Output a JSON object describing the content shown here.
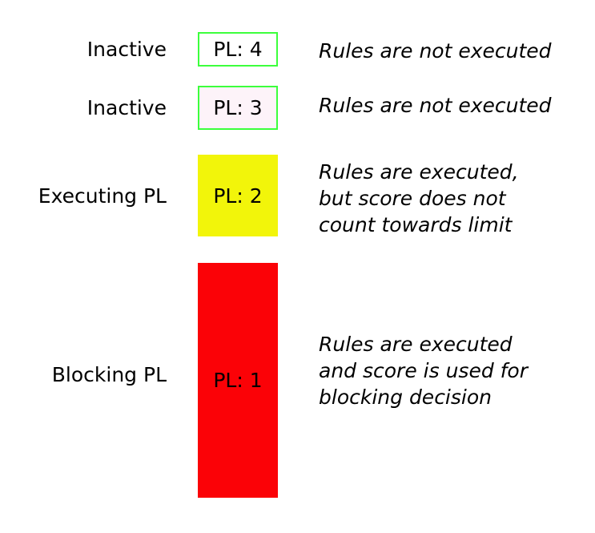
{
  "colors": {
    "box_border_green": "#3cff3c",
    "box_fill_white": "#ffffff",
    "box_fill_pink": "#fdf3f9",
    "box_fill_yellow": "#f2f50a",
    "box_fill_red": "#fb0207",
    "text": "#000000",
    "background": "#ffffff"
  },
  "rows": [
    {
      "label": "Inactive",
      "box": {
        "text": "PL: 4",
        "fill": "#ffffff",
        "border": "#3cff3c"
      },
      "description": "Rules are not executed"
    },
    {
      "label": "Inactive",
      "box": {
        "text": "PL: 3",
        "fill": "#fdf3f9",
        "border": "#3cff3c"
      },
      "description": "Rules are not executed"
    },
    {
      "label": "Executing PL",
      "box": {
        "text": "PL: 2",
        "fill": "#f2f50a"
      },
      "description": "Rules are executed,\nbut score does not\ncount towards limit"
    },
    {
      "label": "Blocking PL",
      "box": {
        "text": "PL: 1",
        "fill": "#fb0207"
      },
      "description": "Rules are executed\nand score is used for\nblocking decision"
    }
  ]
}
